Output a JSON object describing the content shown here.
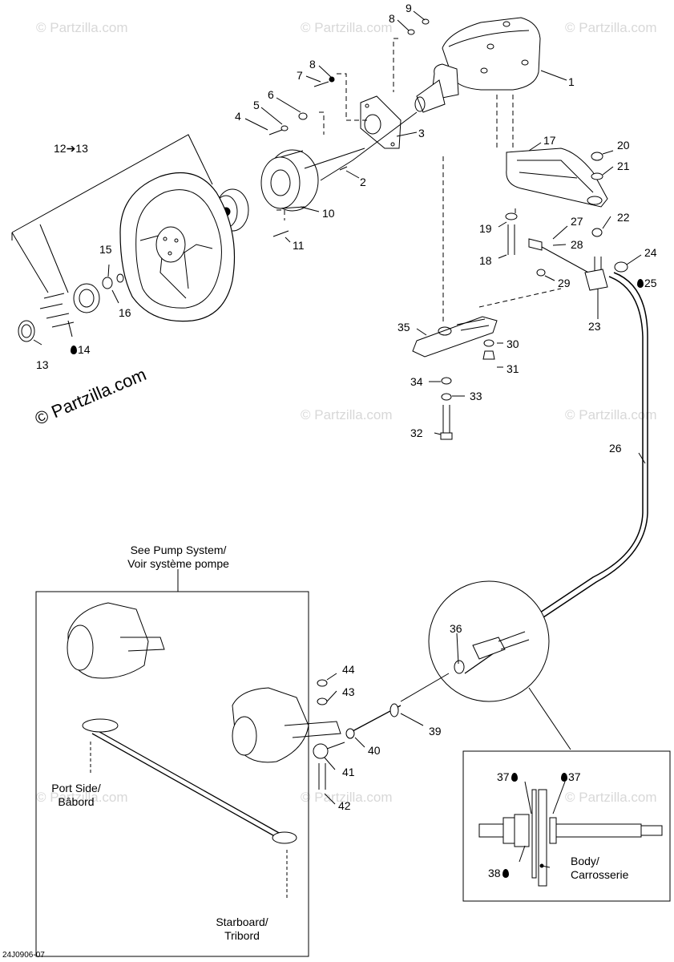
{
  "watermark": "© Partzilla.com",
  "main_watermark": "© Partzilla.com",
  "diagram_code": "24J0906-07",
  "drop_symbol": "water-drop-icon",
  "callouts": [
    {
      "id": "1",
      "text": "1"
    },
    {
      "id": "2",
      "text": "2"
    },
    {
      "id": "3",
      "text": "3"
    },
    {
      "id": "4",
      "text": "4"
    },
    {
      "id": "5",
      "text": "5"
    },
    {
      "id": "6",
      "text": "6"
    },
    {
      "id": "7",
      "text": "7"
    },
    {
      "id": "8a",
      "text": "8"
    },
    {
      "id": "8b",
      "text": "8"
    },
    {
      "id": "9",
      "text": "9"
    },
    {
      "id": "10",
      "text": "10"
    },
    {
      "id": "11",
      "text": "11"
    },
    {
      "id": "12",
      "text": "12➔13"
    },
    {
      "id": "13",
      "text": "13"
    },
    {
      "id": "14",
      "text": "14"
    },
    {
      "id": "15",
      "text": "15"
    },
    {
      "id": "16",
      "text": "16"
    },
    {
      "id": "17",
      "text": "17"
    },
    {
      "id": "18",
      "text": "18"
    },
    {
      "id": "19",
      "text": "19"
    },
    {
      "id": "20",
      "text": "20"
    },
    {
      "id": "21",
      "text": "21"
    },
    {
      "id": "22",
      "text": "22"
    },
    {
      "id": "23",
      "text": "23"
    },
    {
      "id": "24",
      "text": "24"
    },
    {
      "id": "25",
      "text": "25"
    },
    {
      "id": "26",
      "text": "26"
    },
    {
      "id": "27",
      "text": "27"
    },
    {
      "id": "28",
      "text": "28"
    },
    {
      "id": "29",
      "text": "29"
    },
    {
      "id": "30",
      "text": "30"
    },
    {
      "id": "31",
      "text": "31"
    },
    {
      "id": "32",
      "text": "32"
    },
    {
      "id": "33",
      "text": "33"
    },
    {
      "id": "34",
      "text": "34"
    },
    {
      "id": "35",
      "text": "35"
    },
    {
      "id": "36",
      "text": "36"
    },
    {
      "id": "37a",
      "text": "37"
    },
    {
      "id": "37b",
      "text": "37"
    },
    {
      "id": "38",
      "text": "38"
    },
    {
      "id": "39",
      "text": "39"
    },
    {
      "id": "40",
      "text": "40"
    },
    {
      "id": "41",
      "text": "41"
    },
    {
      "id": "42",
      "text": "42"
    },
    {
      "id": "43",
      "text": "43"
    },
    {
      "id": "44",
      "text": "44"
    }
  ],
  "captions": {
    "pump_line1": "See Pump System/",
    "pump_line2": "Voir système pompe",
    "port_line1": "Port Side/",
    "port_line2": "Bâbord",
    "starboard_line1": "Starboard/",
    "starboard_line2": "Tribord",
    "body_line1": "Body/",
    "body_line2": "Carrosserie"
  }
}
